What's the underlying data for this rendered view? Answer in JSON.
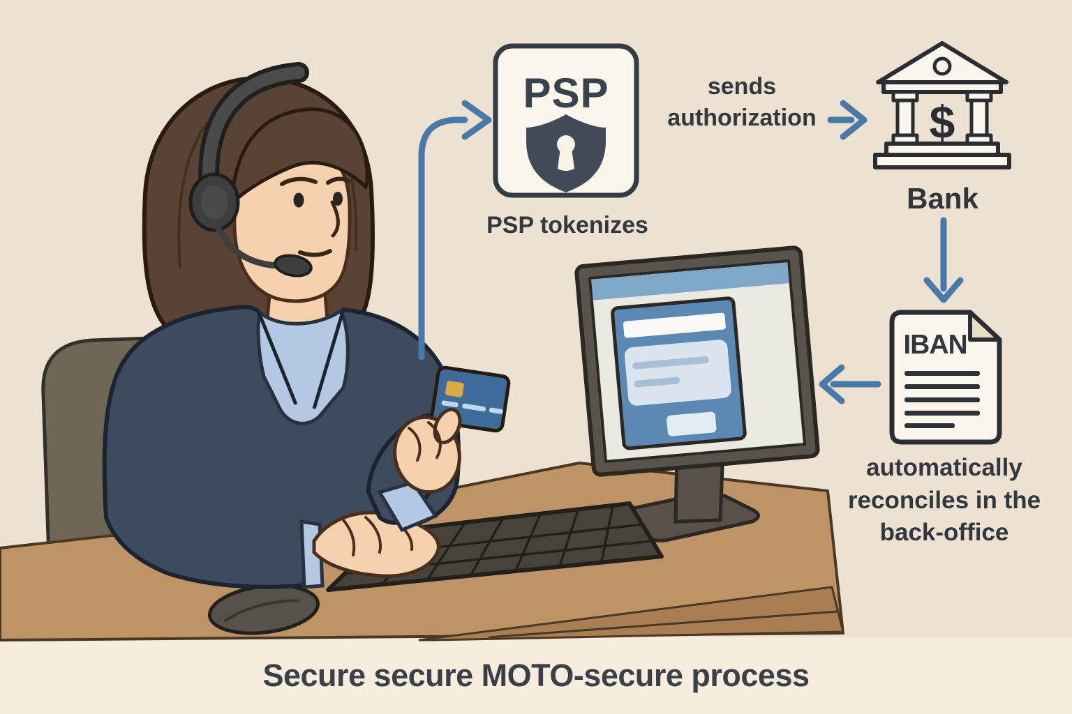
{
  "diagram": {
    "psp_title": "PSP",
    "psp_caption": "PSP tokenizes",
    "sends_authorization": "sends authorization",
    "bank_label": "Bank",
    "bank_symbol": "$",
    "iban_label": "IBAN",
    "reconcile_note": "automatically reconciles in the back-office"
  },
  "caption": "Secure secure MOTO-secure process",
  "icons": {
    "psp": "shield-keyhole-icon",
    "bank": "bank-building-icon",
    "iban": "document-lines-icon",
    "flow": "blue-flow-arrows"
  },
  "colors": {
    "background": "#EDE1D1",
    "footer_strip": "#F7EDDE",
    "arrow_blue": "#4879A8",
    "text_dark": "#32383E",
    "desk_tan": "#BE9366",
    "card_blue": "#3E6B99",
    "screen_panel_blue": "#5C89B3",
    "blazer_navy": "#3E4B5E",
    "shirt_blue": "#B3C8E2",
    "skin": "#F6D1AE",
    "hair_brown": "#5A4334"
  }
}
